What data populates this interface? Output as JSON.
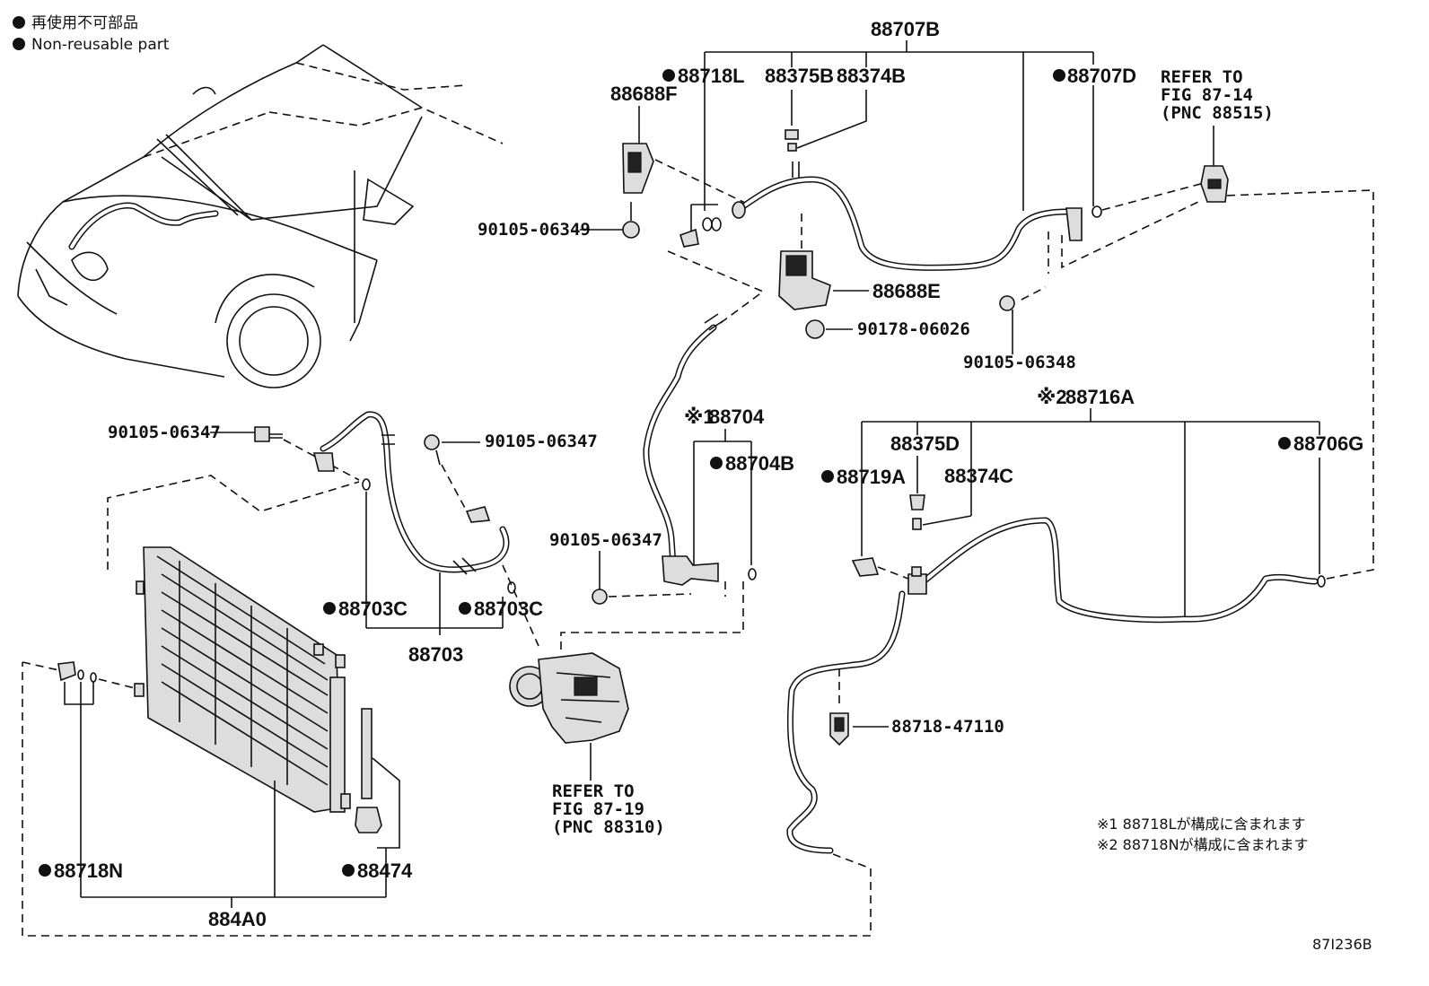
{
  "legend": {
    "marker": "●",
    "ja": "再使用不可部品",
    "en": "Non-reusable part"
  },
  "labels": {
    "p88707B": "88707B",
    "p88718L": "88718L",
    "p88375B": "88375B",
    "p88374B": "88374B",
    "p88707D": "88707D",
    "p88688F": "88688F",
    "p9010506349": "90105-06349",
    "p88688E": "88688E",
    "p9017806026": "90178-06026",
    "p9010506348": "90105-06348",
    "ref8714_1": "REFER TO",
    "ref8714_2": "FIG 87-14",
    "ref8714_3": "(PNC 88515)",
    "p88704": "88704",
    "p88704B": "88704B",
    "p88716A": "88716A",
    "p88375D": "88375D",
    "p88374C": "88374C",
    "p88719A": "88719A",
    "p88706G": "88706G",
    "p9010506347a": "90105-06347",
    "p9010506347b": "90105-06347",
    "p9010506347c": "90105-06347",
    "p88703Ca": "88703C",
    "p88703Cb": "88703C",
    "p88703": "88703",
    "ref8719_1": "REFER TO",
    "ref8719_2": "FIG 87-19",
    "ref8719_3": "(PNC 88310)",
    "p8871847110": "88718-47110",
    "p88718N": "88718N",
    "p88474": "88474",
    "p884A0": "884A0",
    "mark1": "※1",
    "mark2": "※2"
  },
  "notes": {
    "n1": "※1 88718Lが構成に含まれます",
    "n2": "※2 88718Nが構成に含まれます"
  },
  "figure_id": "87I236B"
}
